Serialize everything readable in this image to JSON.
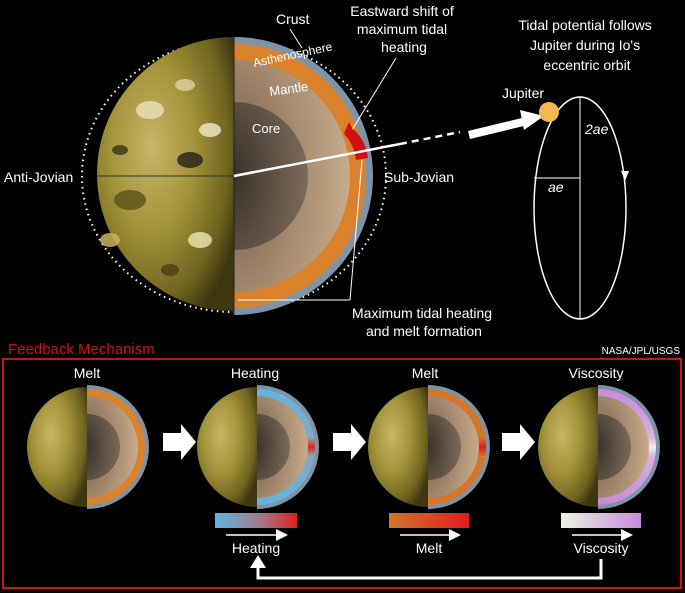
{
  "top": {
    "labels": {
      "crust": "Crust",
      "asthenosphere": "Asthenosphere",
      "mantle": "Mantle",
      "core": "Core",
      "anti_jovian": "Anti-Jovian",
      "sub_jovian": "Sub-Jovian",
      "eastward_1": "Eastward shift of",
      "eastward_2": "maximum tidal",
      "eastward_3": "heating",
      "tidal_1": "Tidal potential follows",
      "tidal_2": "Jupiter during Io's",
      "tidal_3": "eccentric orbit",
      "jupiter": "Jupiter",
      "two_ae": "2ae",
      "ae": "ae",
      "max_1": "Maximum tidal heating",
      "max_2": "and melt formation"
    }
  },
  "credit": "NASA/JPL/USGS",
  "feedback": {
    "title": "Feedback Mechanism",
    "stages": [
      {
        "label": "Melt"
      },
      {
        "label": "Heating"
      },
      {
        "label": "Melt"
      },
      {
        "label": "Viscosity"
      }
    ],
    "scales": [
      {
        "label": "Heating"
      },
      {
        "label": "Melt"
      },
      {
        "label": "Viscosity"
      }
    ]
  },
  "colors": {
    "accent_red": "#d01010",
    "asthenosphere": "#d9822b",
    "mantle": "#a88a6d",
    "core": "#6b5a4c",
    "crust": "#7f93a6",
    "jupiter": "#f1b750"
  }
}
